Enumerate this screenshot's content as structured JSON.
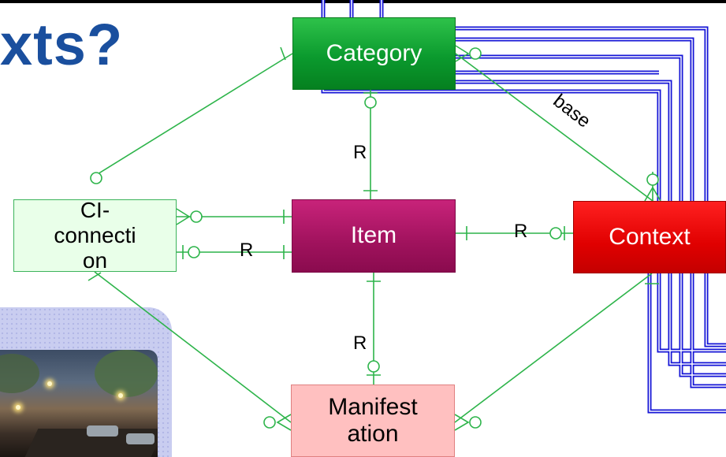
{
  "heading": "xts?",
  "entities": {
    "category": "Category",
    "item": "Item",
    "context": "Context",
    "ci_connection": "CI-\nconnecti\non",
    "manifestation": "Manifest\nation"
  },
  "relation_labels": {
    "category_item": "R",
    "ci_item": "R",
    "item_context": "R",
    "item_manifestation": "R",
    "category_context": "base"
  },
  "colors": {
    "heading": "#1a4f9e",
    "connector": "#2db44a",
    "frame_blue": "#1515d6",
    "category": "#0b9a2e",
    "item": "#a0125d",
    "context": "#e00000",
    "ci_connection_fill": "#e9ffe9",
    "manifestation_fill": "#ffc0c0"
  }
}
